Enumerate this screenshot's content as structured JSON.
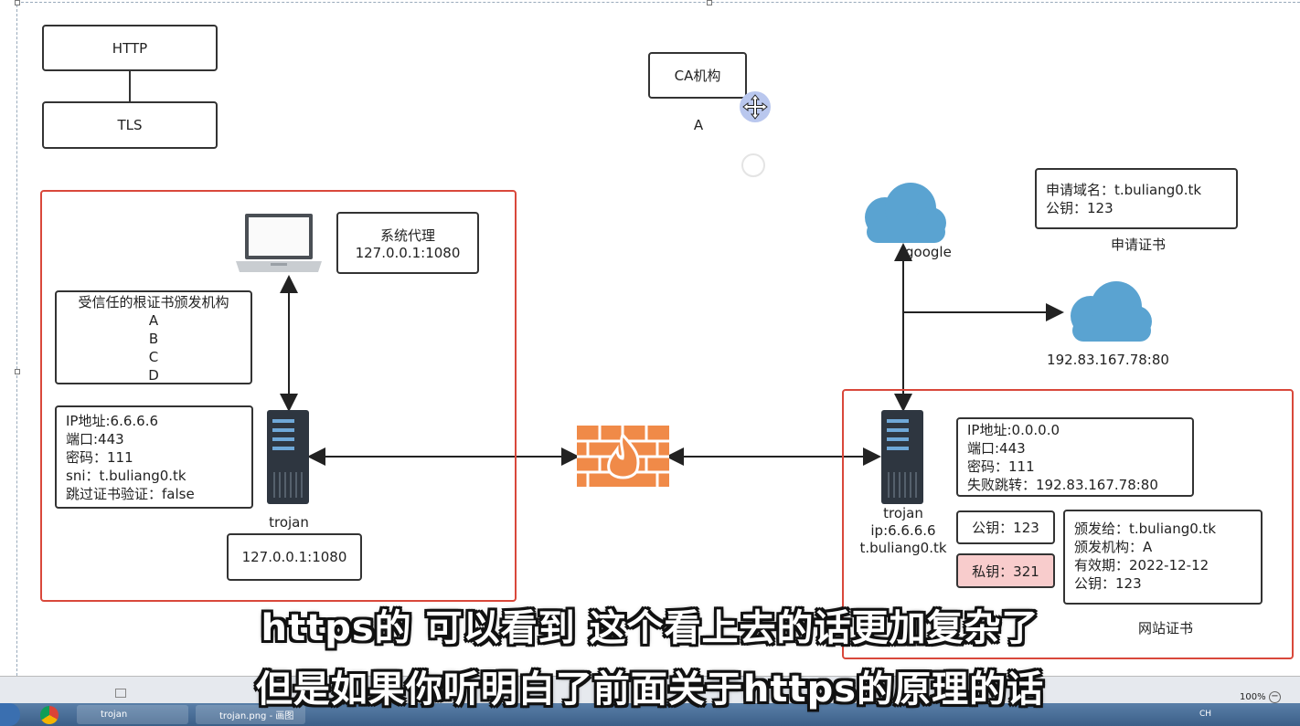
{
  "top": {
    "http": "HTTP",
    "tls": "TLS"
  },
  "ca": {
    "label": "CA机构",
    "name": "A"
  },
  "client": {
    "proxy_line1": "系统代理",
    "proxy_line2": "127.0.0.1:1080",
    "trusted_title": "受信任的根证书颁发机构",
    "trusted_items": [
      "A",
      "B",
      "C",
      "D"
    ],
    "config": [
      "IP地址:6.6.6.6",
      "端口:443",
      "密码：111",
      "sni：t.buliang0.tk",
      "跳过证书验证：false"
    ],
    "server_label": "trojan",
    "local_addr": "127.0.0.1:1080"
  },
  "cloud_google": "google",
  "cloud_fallback": "192.83.167.78:80",
  "cert_request": {
    "lines": [
      "申请域名：t.buliang0.tk",
      "公钥：123"
    ],
    "caption": "申请证书"
  },
  "server": {
    "label_lines": [
      "trojan",
      "ip:6.6.6.6",
      "t.buliang0.tk"
    ],
    "config": [
      "IP地址:0.0.0.0",
      "端口:443",
      "密码：111",
      "失败跳转：192.83.167.78:80"
    ],
    "public_key": "公钥：123",
    "private_key": "私钥：321",
    "cert_lines": [
      "颁发给：t.buliang0.tk",
      "颁发机构：A",
      "有效期：2022-12-12",
      "公钥：123"
    ],
    "cert_caption": "网站证书"
  },
  "subtitles": [
    "https的 可以看到 这个看上去的话更加复杂了",
    "但是如果你听明白了前面关于https的原理的话"
  ],
  "status": {
    "zoom": "100%",
    "lang": "CH"
  },
  "taskbar": {
    "item1": "trojan",
    "item2": "trojan.png - 画图"
  },
  "colors": {
    "box_border": "#333333",
    "group_border": "#d9483b",
    "cloud": "#5aa3d1",
    "firewall": "#f08a48",
    "private_key_bg": "#f8cccc",
    "server": "#2e3640"
  }
}
